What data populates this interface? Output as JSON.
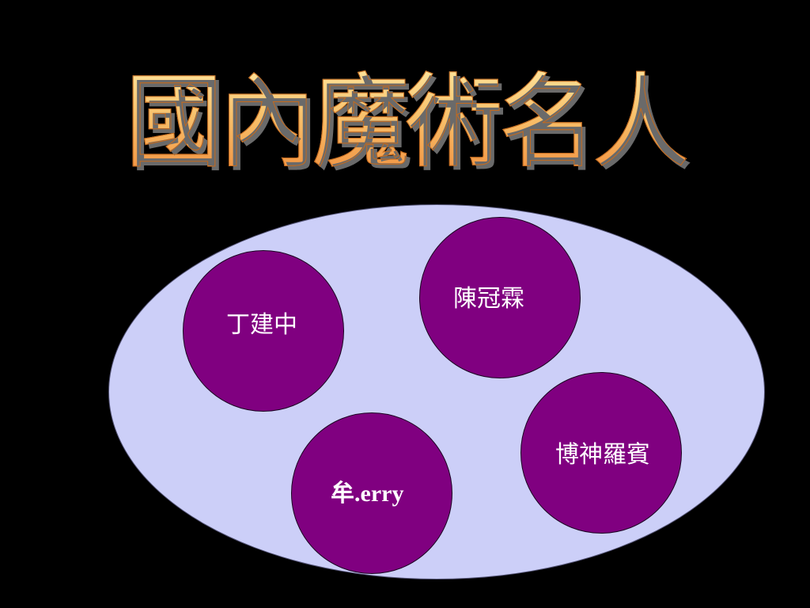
{
  "slide": {
    "title": "國內魔術名人",
    "names": [
      {
        "label": "丁建中"
      },
      {
        "label": "陳冠霖"
      },
      {
        "label": "博神羅賓"
      },
      {
        "label": "牟.erry"
      }
    ]
  },
  "colors": {
    "background": "#000000",
    "title_gradient_top": "#fde8a2",
    "title_gradient_bottom": "#f08a3a",
    "ellipse_fill": "#cccff8",
    "bubble_fill": "#800080",
    "bubble_text": "#ffffff"
  }
}
